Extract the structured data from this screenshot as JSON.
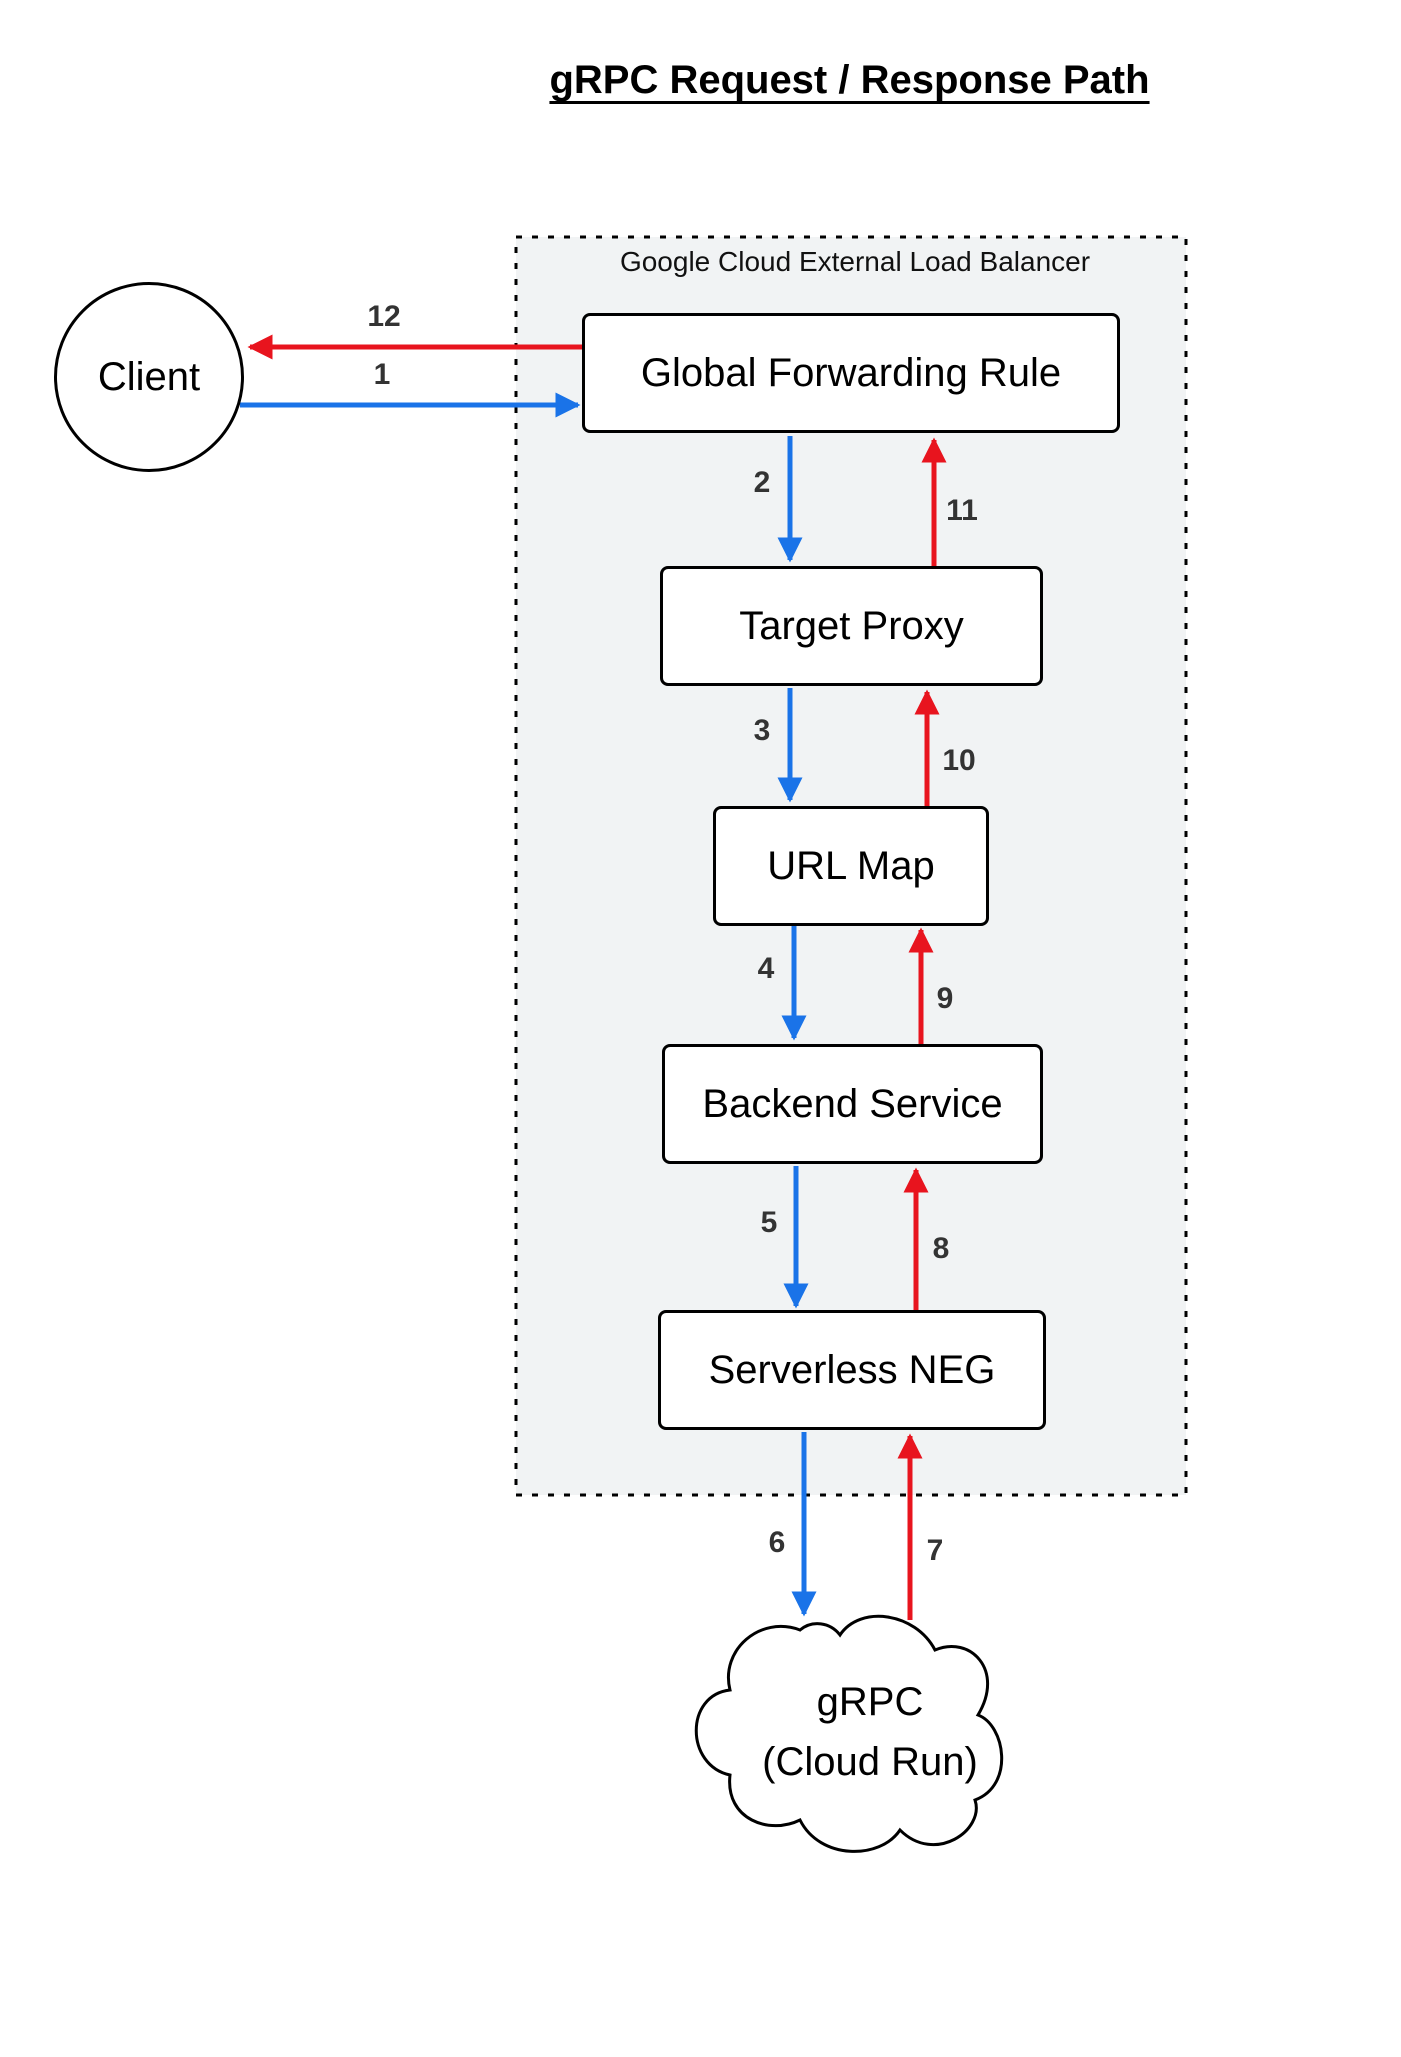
{
  "title": "gRPC Request / Response Path",
  "container": {
    "label": "Google Cloud External Load Balancer",
    "fill": "#f1f3f4"
  },
  "colors": {
    "request": "#1a73e8",
    "response": "#e8141e"
  },
  "nodes": {
    "client": "Client",
    "forwarding_rule": "Global Forwarding Rule",
    "target_proxy": "Target Proxy",
    "url_map": "URL Map",
    "backend_service": "Backend Service",
    "serverless_neg": "Serverless NEG",
    "grpc_line1": "gRPC",
    "grpc_line2": "(Cloud Run)"
  },
  "steps": [
    "1",
    "2",
    "3",
    "4",
    "5",
    "6",
    "7",
    "8",
    "9",
    "10",
    "11",
    "12"
  ]
}
